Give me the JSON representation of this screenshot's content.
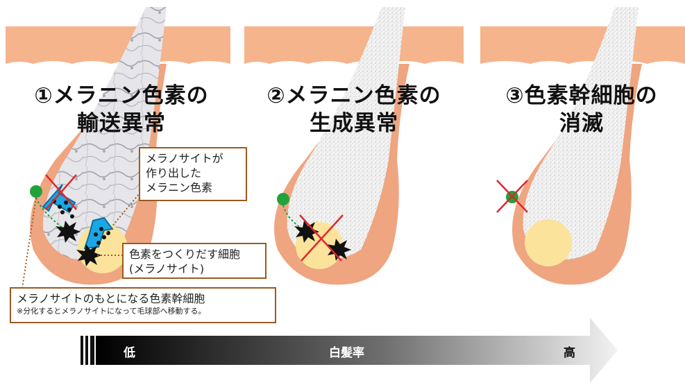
{
  "panels": [
    {
      "title_line1": "①メラニン色素の",
      "title_line2": "輸送異常"
    },
    {
      "title_line1": "②メラニン色素の",
      "title_line2": "生成異常"
    },
    {
      "title_line1": "③色素幹細胞の",
      "title_line2": "消滅"
    }
  ],
  "callouts": {
    "melanin": [
      "メラノサイトが",
      "作り出した",
      "メラニン色素"
    ],
    "melanocyte": [
      "色素をつくりだす細胞",
      "(メラノサイト)"
    ],
    "stem_cell": {
      "title": "メラノサイトのもとになる色素幹細胞",
      "note": "※分化するとメラノサイトになって毛球部へ移動する。"
    }
  },
  "scale": {
    "low": "低",
    "label": "白髪率",
    "high": "高"
  },
  "colors": {
    "skin": "#f5b48c",
    "follicle": "#eea580",
    "papilla": "#fce39c",
    "stem_cell": "#1fa33a",
    "cross": "#e0262b",
    "transport_arrow": "#1aa7e6",
    "callout_border": "#9a5a1c"
  },
  "icons": [
    "cross-mark-icon",
    "burst-icon",
    "transport-arrow-icon"
  ]
}
